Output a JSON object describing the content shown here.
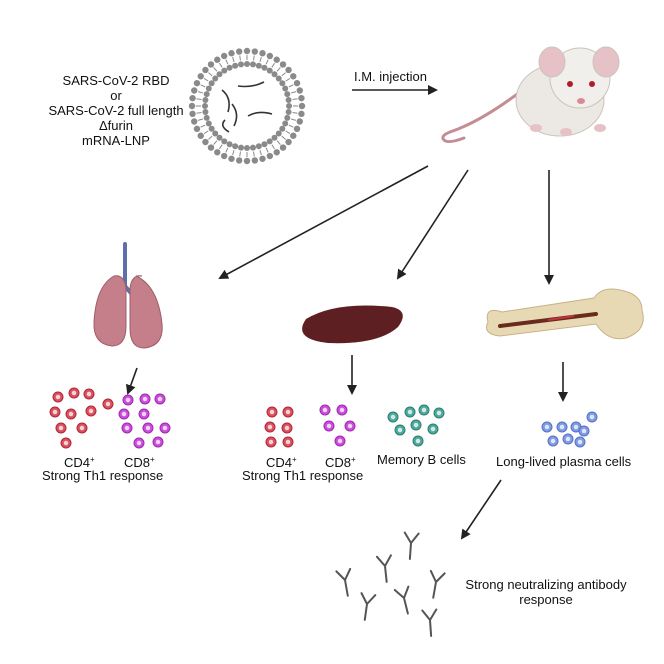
{
  "vaccine": {
    "lines": [
      "SARS-CoV-2 RBD",
      "or",
      "SARS-CoV-2 full length",
      "Δfurin",
      "mRNA-LNP"
    ]
  },
  "injection_label": "I.M. injection",
  "lung_panel": {
    "cd4_label": "CD4",
    "cd8_label": "CD8",
    "superscript": "+",
    "response_label": "Strong Th1 response"
  },
  "spleen_panel": {
    "cd4_label": "CD4",
    "cd8_label": "CD8",
    "superscript": "+",
    "memory_b_label": "Memory B cells",
    "response_label": "Strong Th1 response"
  },
  "bone_panel": {
    "plasma_label": "Long-lived plasma cells"
  },
  "antibody_label_lines": [
    "Strong neutralizing antibody",
    "response"
  ],
  "colors": {
    "cd4_cell": "#d9505f",
    "cd8_cell": "#c94fd8",
    "memory_b_cell": "#4fa89a",
    "plasma_cell": "#7f9be6",
    "lung": "#c47f8a",
    "bronchi": "#5f6fa8",
    "spleen": "#5e1f22",
    "bone": "#e8d9b5",
    "mouse": "#ece9e4"
  }
}
